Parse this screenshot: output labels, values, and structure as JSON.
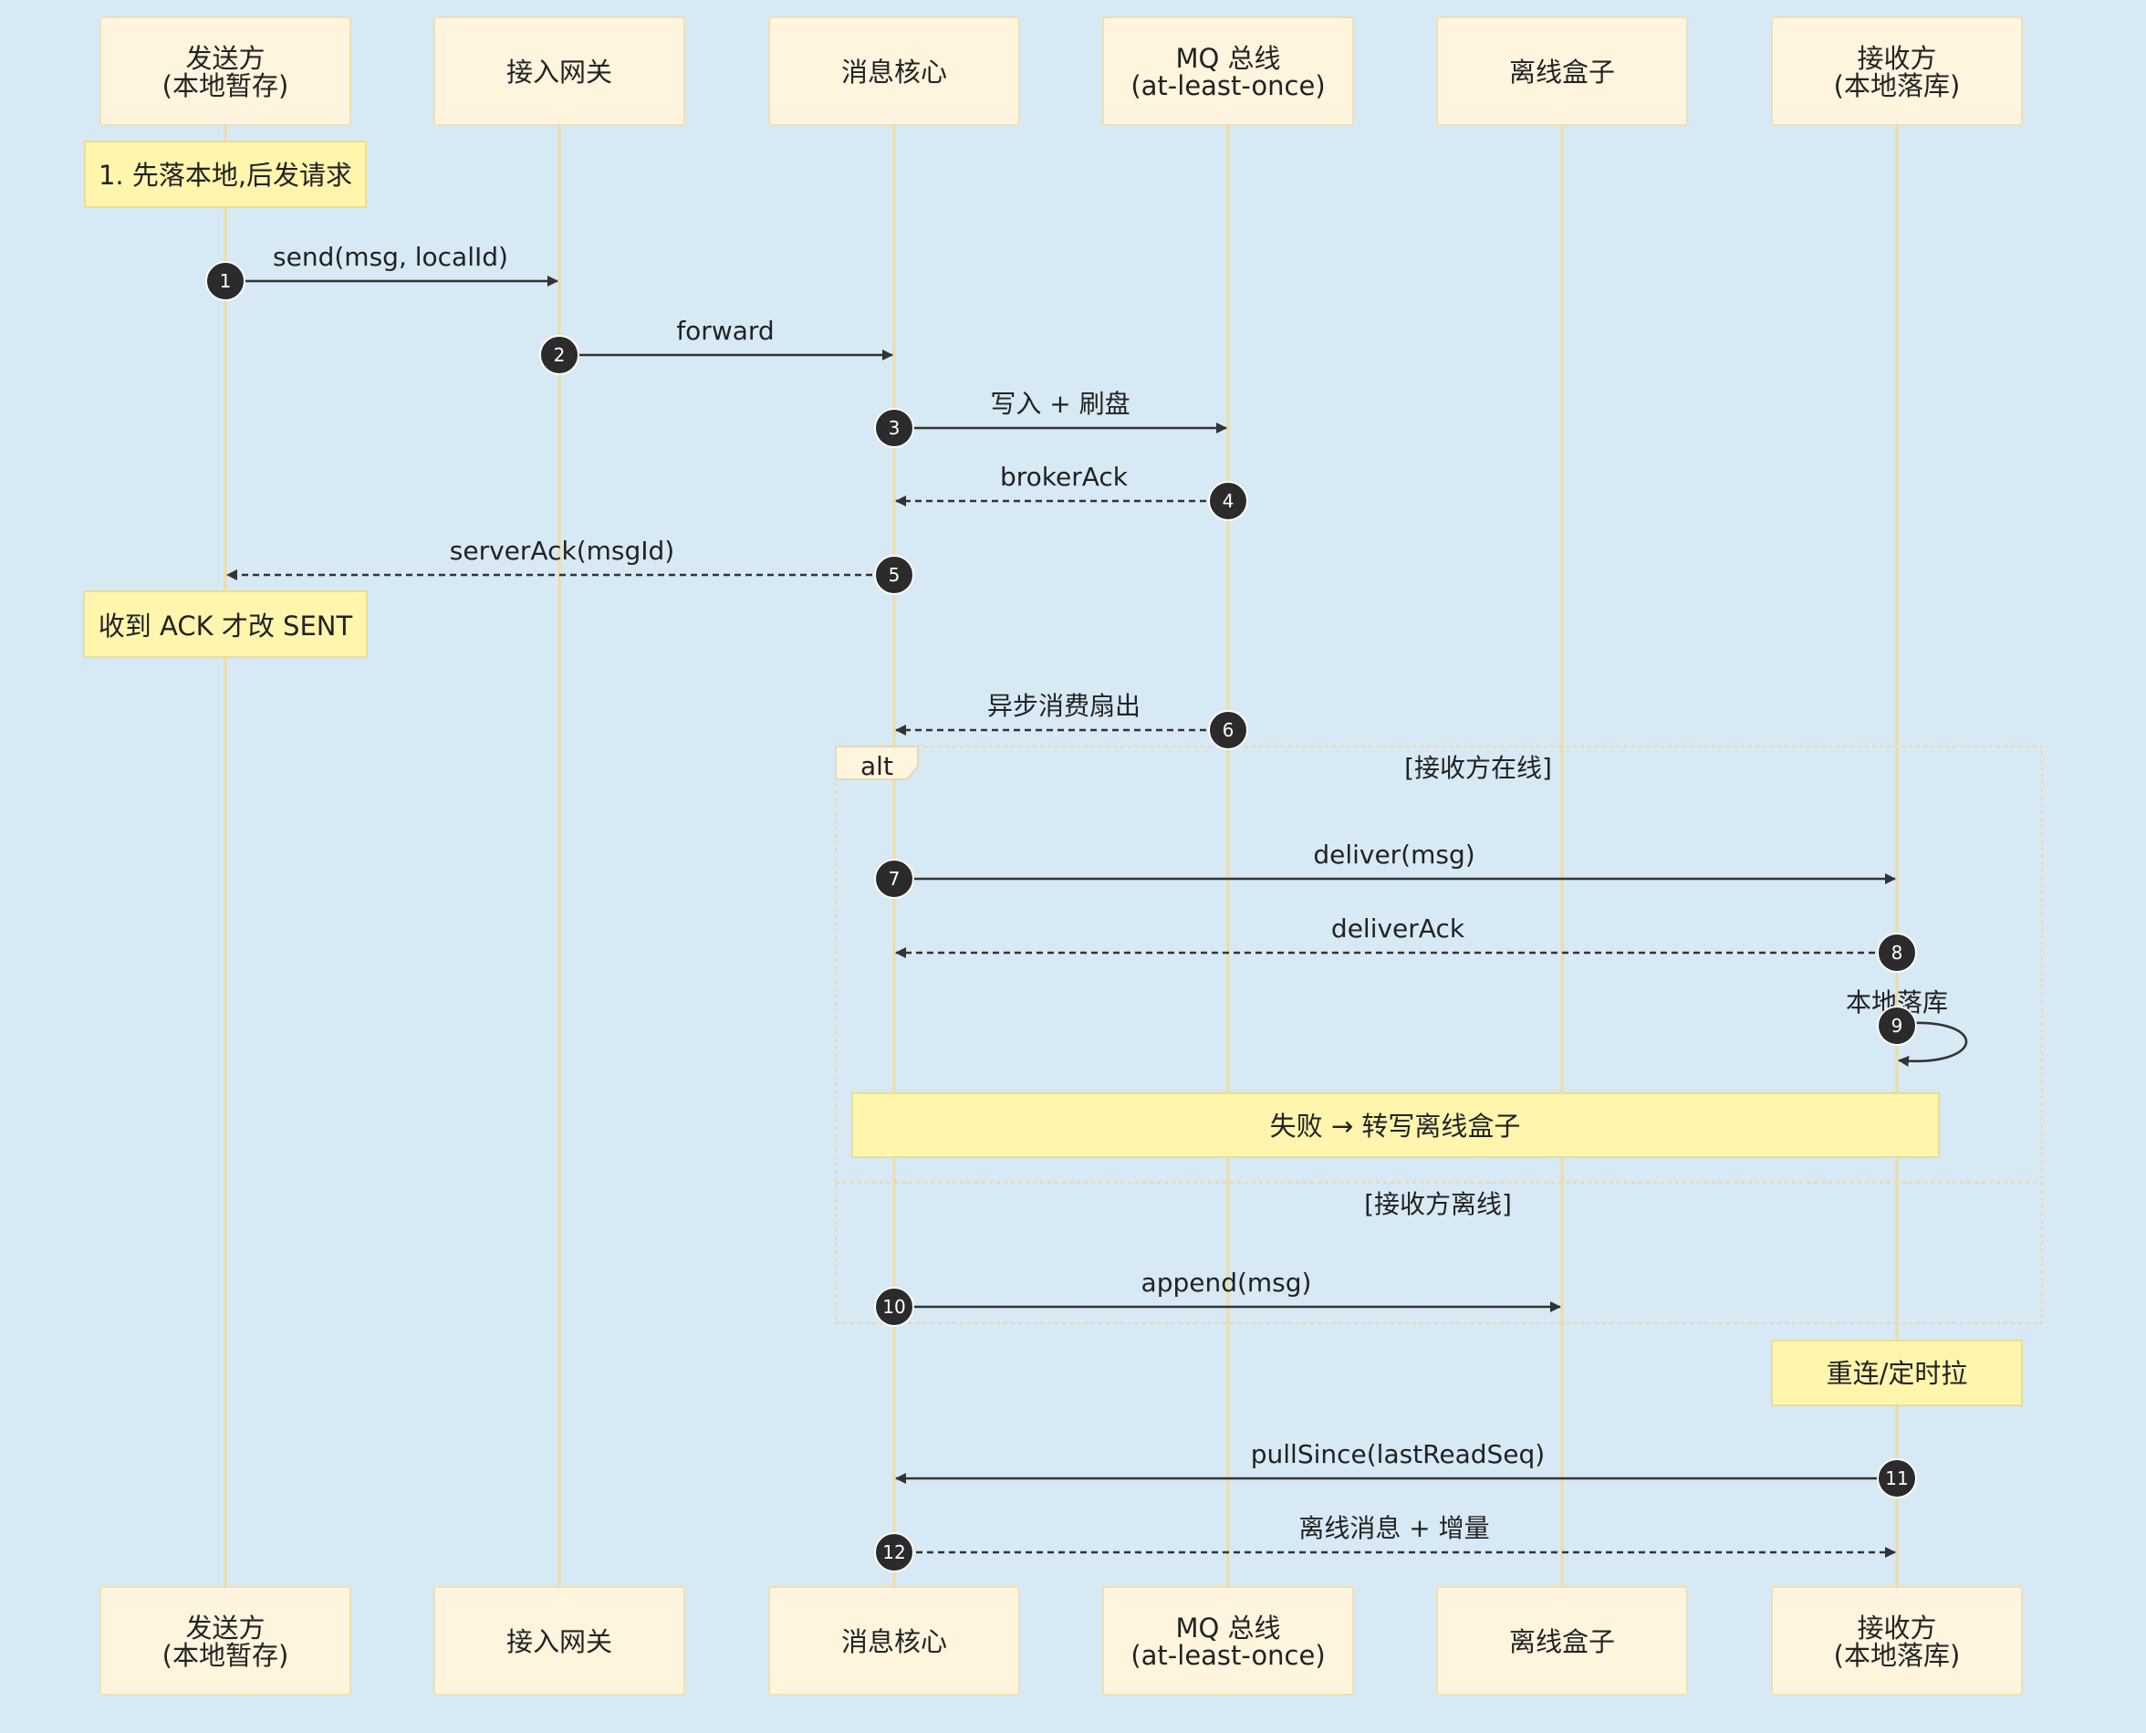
{
  "participants": [
    {
      "lines": [
        "发送方",
        "(本地暂存)"
      ]
    },
    {
      "lines": [
        "接入网关"
      ]
    },
    {
      "lines": [
        "消息核心"
      ]
    },
    {
      "lines": [
        "MQ 总线",
        "(at-least-once)"
      ]
    },
    {
      "lines": [
        "离线盒子"
      ]
    },
    {
      "lines": [
        "接收方",
        "(本地落库)"
      ]
    }
  ],
  "notes": [
    {
      "text": "1. 先落本地,后发请求"
    },
    {
      "text": "收到 ACK 才改 SENT"
    },
    {
      "text": "失败 → 转写离线盒子"
    },
    {
      "text": "重连/定时拉"
    }
  ],
  "messages": [
    {
      "seq": "1",
      "label": "send(msg, localId)",
      "from": 0,
      "to": 1,
      "dashed": false
    },
    {
      "seq": "2",
      "label": "forward",
      "from": 1,
      "to": 2,
      "dashed": false
    },
    {
      "seq": "3",
      "label": "写入 + 刷盘",
      "from": 2,
      "to": 3,
      "dashed": false
    },
    {
      "seq": "4",
      "label": "brokerAck",
      "from": 3,
      "to": 2,
      "dashed": true
    },
    {
      "seq": "5",
      "label": "serverAck(msgId)",
      "from": 2,
      "to": 0,
      "dashed": true
    },
    {
      "seq": "6",
      "label": "异步消费扇出",
      "from": 3,
      "to": 2,
      "dashed": true
    },
    {
      "seq": "7",
      "label": "deliver(msg)",
      "from": 2,
      "to": 5,
      "dashed": false
    },
    {
      "seq": "8",
      "label": "deliverAck",
      "from": 5,
      "to": 2,
      "dashed": true
    },
    {
      "seq": "9",
      "label": "本地落库",
      "from": 5,
      "to": 5,
      "dashed": false
    },
    {
      "seq": "10",
      "label": "append(msg)",
      "from": 2,
      "to": 4,
      "dashed": false
    },
    {
      "seq": "11",
      "label": "pullSince(lastReadSeq)",
      "from": 5,
      "to": 2,
      "dashed": false
    },
    {
      "seq": "12",
      "label": "离线消息 + 增量",
      "from": 2,
      "to": 5,
      "dashed": true
    }
  ],
  "alt_block": {
    "keyword": "alt",
    "conditions": [
      "[接收方在线]",
      "[接收方离线]"
    ]
  },
  "colors": {
    "background": "#d6e9f5",
    "participant_fill": "#fff4dd",
    "note_fill": "#fff5ad",
    "lifeline": "#f0dca0",
    "arrow": "#333333"
  }
}
